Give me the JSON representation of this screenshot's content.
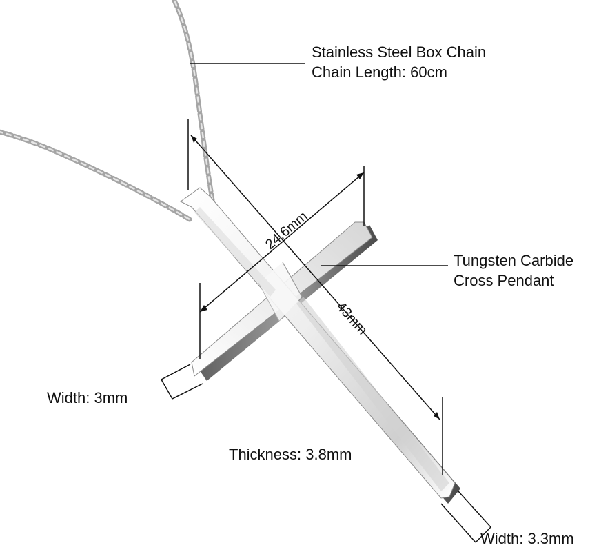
{
  "callouts": {
    "chain": {
      "line1": "Stainless Steel Box Chain",
      "line2": "Chain Length: 60cm"
    },
    "pendant": {
      "line1": "Tungsten Carbide",
      "line2": "Cross Pendant"
    },
    "width_left": "Width: 3mm",
    "thickness": "Thickness: 3.8mm",
    "width_right": "Width: 3.3mm"
  },
  "dimensions": {
    "crossbar_length": "24.6mm",
    "cross_height": "43mm"
  },
  "colors": {
    "line": "#111111",
    "chain": "#9a9a9a",
    "metal_light": "#f4f4f4",
    "metal_mid": "#c9c9c9",
    "metal_dark": "#6e6e6e"
  }
}
